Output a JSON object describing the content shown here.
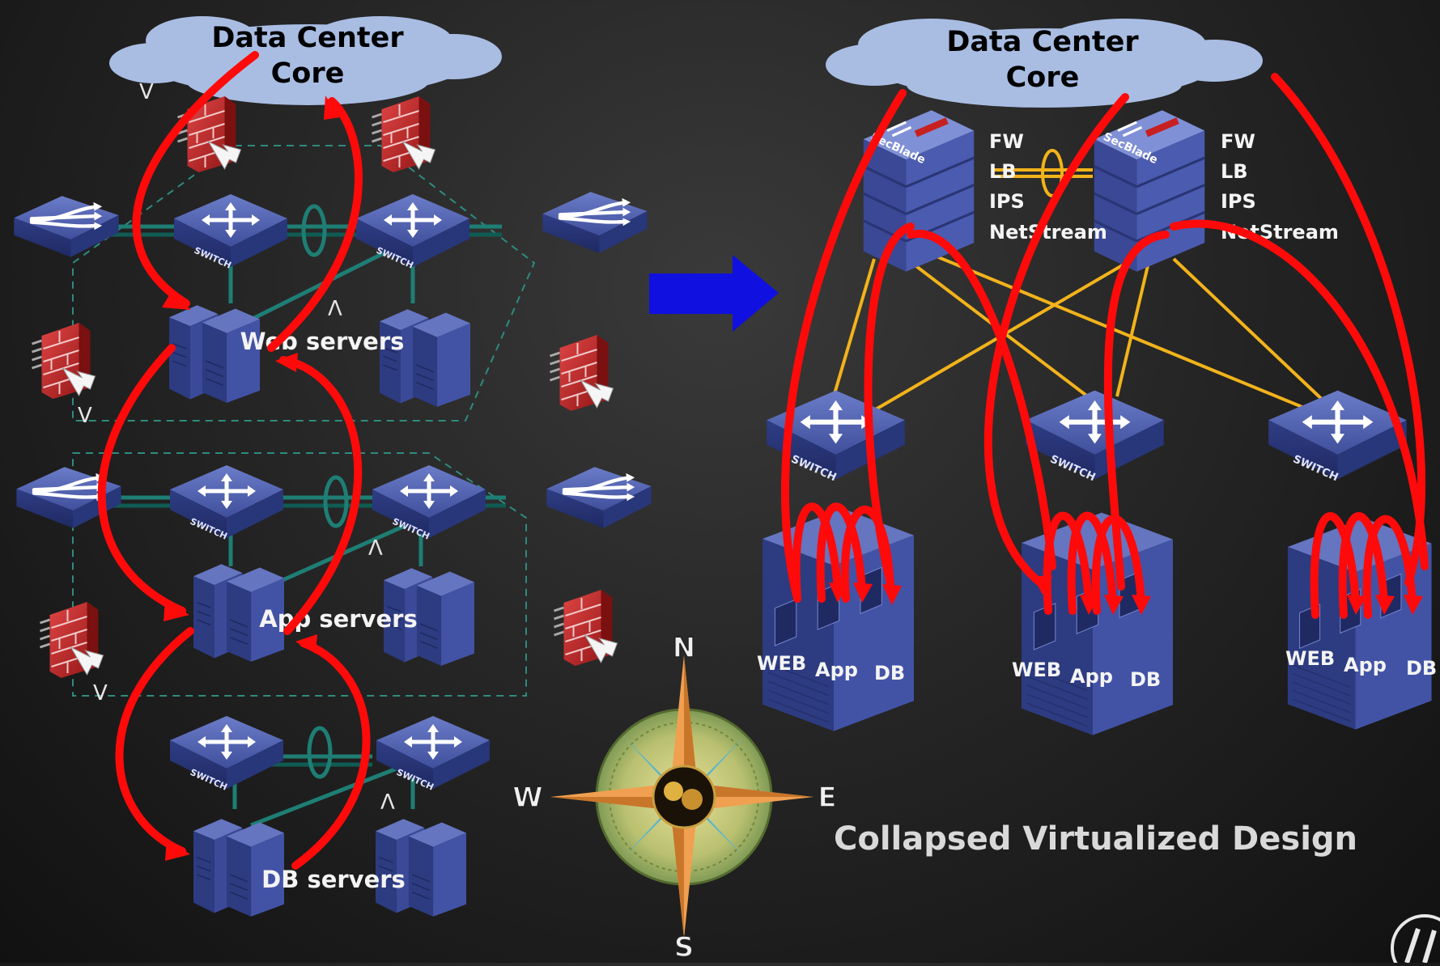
{
  "left": {
    "core_label_line1": "Data Center",
    "core_label_line2": "Core",
    "tiers": [
      {
        "label": "Web servers"
      },
      {
        "label": "App servers"
      },
      {
        "label": "DB servers"
      }
    ],
    "switch_tag": "SWITCH"
  },
  "right": {
    "core_label_line1": "Data Center",
    "core_label_line2": "Core",
    "services": [
      "FW",
      "LB",
      "IPS",
      "NetStream"
    ],
    "blade_tag": "SecBlade",
    "server_groups": [
      {
        "labels": [
          "WEB",
          "App",
          "DB"
        ]
      },
      {
        "labels": [
          "WEB",
          "App",
          "DB"
        ]
      },
      {
        "labels": [
          "WEB",
          "App",
          "DB"
        ]
      }
    ],
    "title": "Collapsed Virtualized Design"
  },
  "compass": {
    "n": "N",
    "e": "E",
    "s": "S",
    "w": "W"
  },
  "carets": {
    "down": "V",
    "up": "Λ"
  },
  "colors": {
    "background": "#1c1c1c",
    "cloud": "#a9bde3",
    "device_blue": "#3f4f9c",
    "firewall_red": "#c42a2a",
    "flow_red": "#ff0a0a",
    "link_teal": "#1e7e74",
    "link_gold": "#f2b31b",
    "arrow_blue": "#1010e0"
  },
  "icons": [
    "cloud-icon",
    "firewall-icon",
    "switch-icon",
    "load-balancer-icon",
    "server-icon",
    "secblade-chassis-icon",
    "compass-rose-icon",
    "hp-logo-icon",
    "arrow-right-icon"
  ]
}
